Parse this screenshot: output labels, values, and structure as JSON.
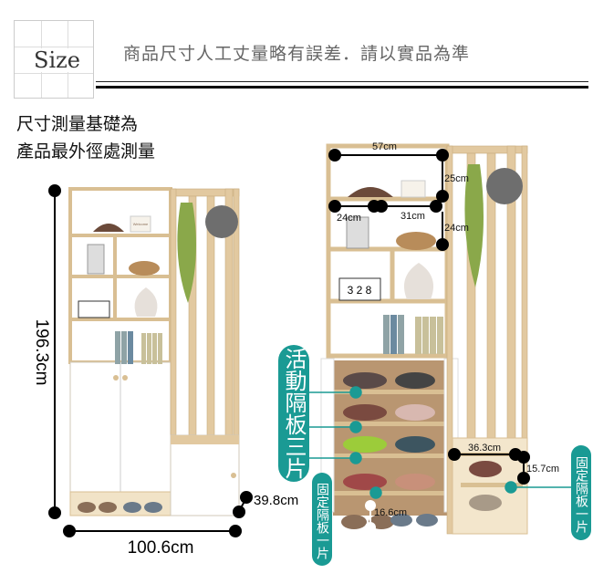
{
  "header": {
    "size_label": "Size",
    "notice": "商品尺寸人工丈量略有誤差．請以實品為準"
  },
  "measurement_basis": {
    "line1": "尺寸測量基礎為",
    "line2": "產品最外徑處測量"
  },
  "left_product": {
    "height": "196.3cm",
    "width": "100.6cm",
    "depth": "39.8cm",
    "sign_text": "Welcome"
  },
  "right_product": {
    "dims": {
      "top_width": "57cm",
      "top_height": "25cm",
      "left_cell_width": "24cm",
      "mid_cell_width": "31cm",
      "right_cell_height": "24cm",
      "bench_width": "36.3cm",
      "bench_shelf_height": "15.7cm",
      "bottom_gap": "16.6cm"
    },
    "callouts": {
      "movable_shelves": "活動隔板三片",
      "fixed_shelf_cabinet": "固定隔板一片",
      "fixed_shelf_bench": "固定隔板一片"
    },
    "clock_digits": "3 2 8"
  },
  "colors": {
    "teal": "#1a9a94",
    "wood": "#e2c9a0",
    "white": "#ffffff"
  }
}
